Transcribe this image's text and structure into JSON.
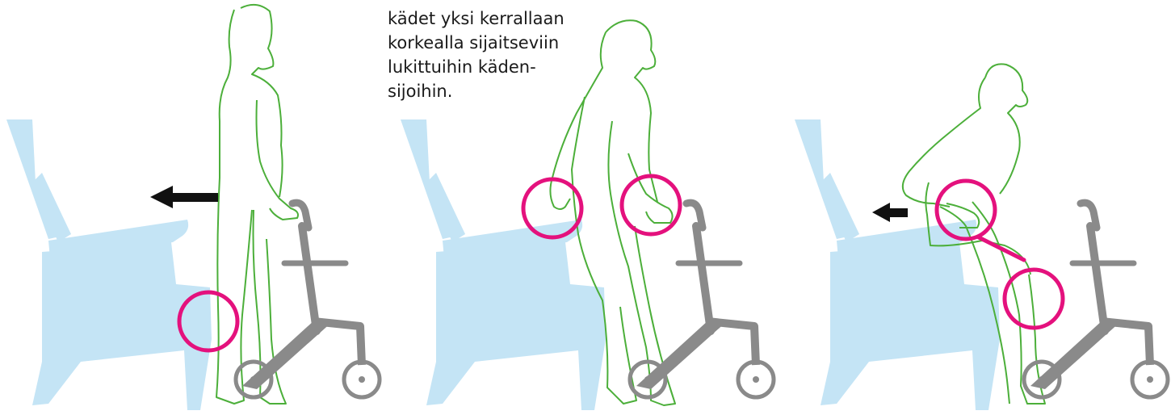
{
  "caption": {
    "lines": [
      "kädet yksi kerrallaan",
      "korkealla sijaitseviin",
      "lukittuihin käden-",
      "sijoihin."
    ]
  },
  "colors": {
    "chair": "#c4e4f5",
    "person_outline": "#4caf3a",
    "walker": "#8a8a8a",
    "highlight": "#e4117d",
    "arrow": "#111111"
  },
  "icons": {
    "arrows": [
      "arrow-left-icon",
      "arrow-left-icon"
    ],
    "highlights": [
      "highlight-circle",
      "highlight-circle",
      "highlight-circle",
      "highlight-circle",
      "highlight-circle"
    ]
  }
}
